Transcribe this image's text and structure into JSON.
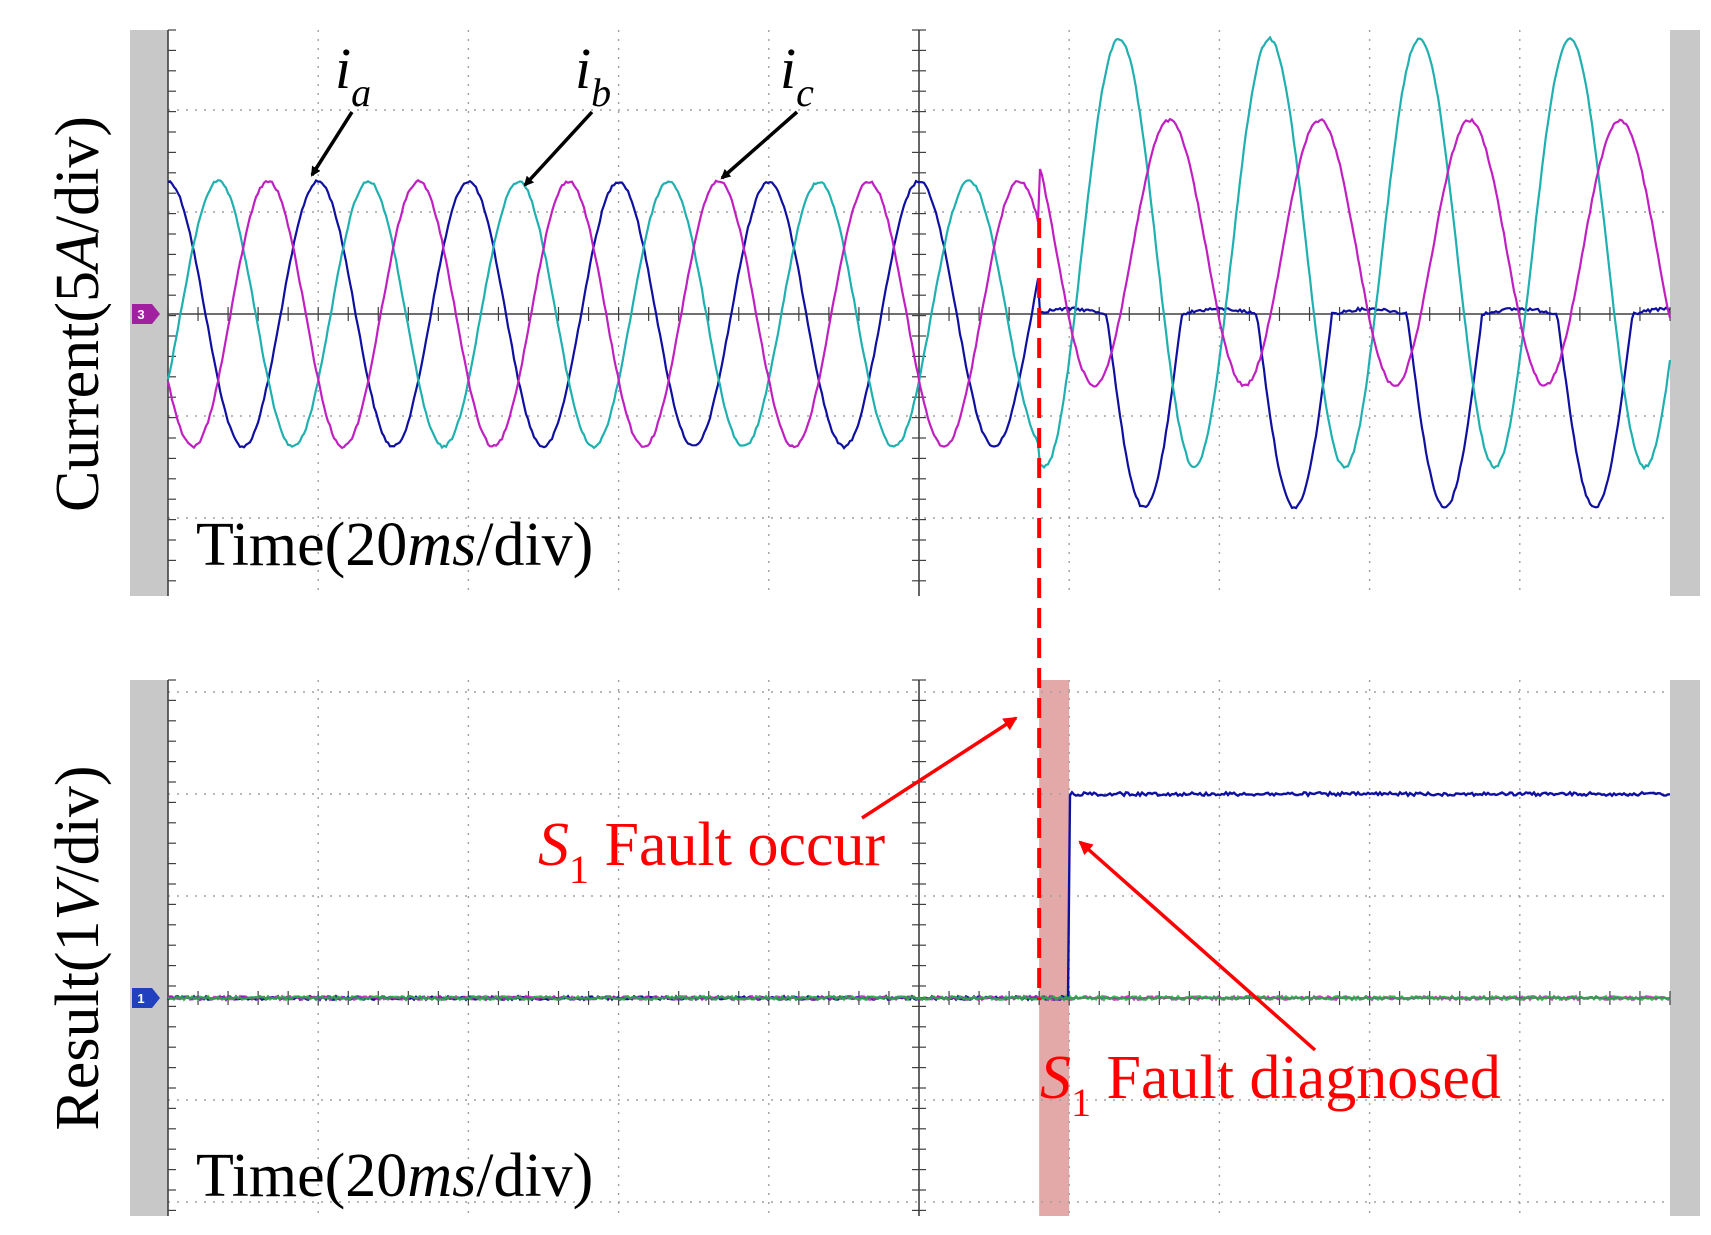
{
  "chart_data": [
    {
      "type": "line",
      "panel": "top",
      "ylabel": "Current(5A/div)",
      "ylabel_parts": [
        {
          "text": "Current(5",
          "italic": false
        },
        {
          "text": "A",
          "italic": true
        },
        {
          "text": "/div)",
          "italic": false
        }
      ],
      "xlabel_parts": [
        {
          "text": "Time(20",
          "italic": false
        },
        {
          "text": "ms",
          "italic": true
        },
        {
          "text": "/div)",
          "italic": false
        }
      ],
      "x_unit": "div",
      "y_unit": "div",
      "x_divisions": 10,
      "y_divisions": 5,
      "ground_marker": "3",
      "fault_time_div": 5.8,
      "series": [
        {
          "name": "ia",
          "label_main": "i",
          "label_sub": "a",
          "color": "#1010a0",
          "before_fault": {
            "amplitude_div": 1.3,
            "period_div": 1.0,
            "phase_deg": 90
          },
          "after_fault": {
            "behavior": "half-wave clipped (negative half only)",
            "amplitude_div": 1.9,
            "period_div": 1.0
          }
        },
        {
          "name": "ib",
          "label_main": "i",
          "label_sub": "b",
          "color": "#20b0b0",
          "before_fault": {
            "amplitude_div": 1.3,
            "period_div": 1.0,
            "phase_deg": -30
          },
          "after_fault": {
            "amplitude_div": 2.1,
            "period_div": 1.0,
            "offset_div": 0.6
          }
        },
        {
          "name": "ic",
          "label_main": "i",
          "label_sub": "c",
          "color": "#c020c0",
          "before_fault": {
            "amplitude_div": 1.3,
            "period_div": 1.0,
            "phase_deg": 210
          },
          "after_fault": {
            "amplitude_div": 1.3,
            "period_div": 1.0,
            "offset_div": 0.6
          }
        }
      ]
    },
    {
      "type": "line",
      "panel": "bottom",
      "ylabel": "Result(1V/div)",
      "ylabel_parts": [
        {
          "text": "Result(1",
          "italic": false
        },
        {
          "text": "V",
          "italic": true
        },
        {
          "text": "/div)",
          "italic": false
        }
      ],
      "xlabel_parts": [
        {
          "text": "Time(20",
          "italic": false
        },
        {
          "text": "ms",
          "italic": true
        },
        {
          "text": "/div)",
          "italic": false
        }
      ],
      "x_unit": "div",
      "y_unit": "div",
      "x_divisions": 10,
      "y_divisions": 5,
      "ground_marker": "1",
      "fault_occur_div": 5.8,
      "fault_diagnosed_div": 6.0,
      "series": [
        {
          "name": "S1 result",
          "color": "#1010a0",
          "low_level_div": 0,
          "high_level_div": 2.0,
          "step_at_div": 6.0
        },
        {
          "name": "other switches",
          "color": "#c020c0",
          "level_div": 0
        },
        {
          "name": "other switches",
          "color": "#20b040",
          "level_div": 0
        }
      ]
    }
  ],
  "annotations": {
    "fault_occur": {
      "sym": "S",
      "sub": "1",
      "text": " Fault occur",
      "color": "#ff0000"
    },
    "fault_diagnosed": {
      "sym": "S",
      "sub": "1",
      "text": " Fault diagnosed",
      "color": "#ff0000"
    },
    "diagnosis_window_color": "#d98c8c"
  },
  "colors": {
    "frame": "#c8c8c8",
    "grid": "#a0a0a0",
    "marker_top": "#a020a0",
    "marker_bottom": "#2040c0"
  }
}
